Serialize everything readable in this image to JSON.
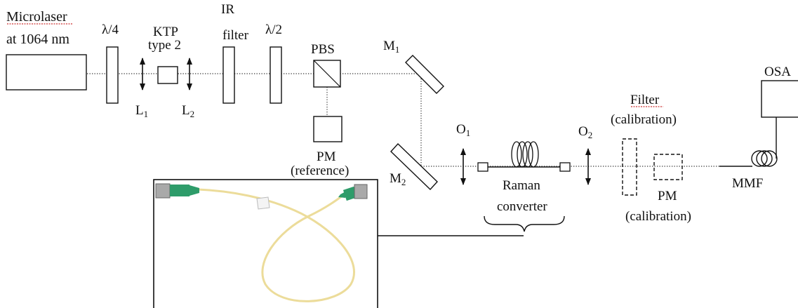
{
  "labels": {
    "microlaser_line1": "Microlaser",
    "microlaser_line2": "at 1064 nm",
    "qwp": "λ/4",
    "ktp_line1": "KTP",
    "ktp_line2": "type 2",
    "ir_line1": "IR",
    "ir_line2": "filter",
    "hwp": "λ/2",
    "pbs": "PBS",
    "l1_main": "L",
    "l1_sub": "1",
    "l2_main": "L",
    "l2_sub": "2",
    "m1_main": "M",
    "m1_sub": "1",
    "m2_main": "M",
    "m2_sub": "2",
    "pm_ref_line1": "PM",
    "pm_ref_line2": "(reference)",
    "o1_main": "O",
    "o1_sub": "1",
    "o2_main": "O",
    "o2_sub": "2",
    "raman_line1": "Raman",
    "raman_line2": "converter",
    "filter_line1": "Filter",
    "filter_line2": "(calibration)",
    "pm_cal_line1": "PM",
    "pm_cal_line2": "(calibration)",
    "mmf": "MMF",
    "osa": "OSA"
  },
  "colors": {
    "line": "#111111",
    "spellcheck": "#c00000",
    "fiber": "#ecdc9a",
    "connector_green": "#2e9c6a",
    "ferrule": "#a9a9a9"
  }
}
